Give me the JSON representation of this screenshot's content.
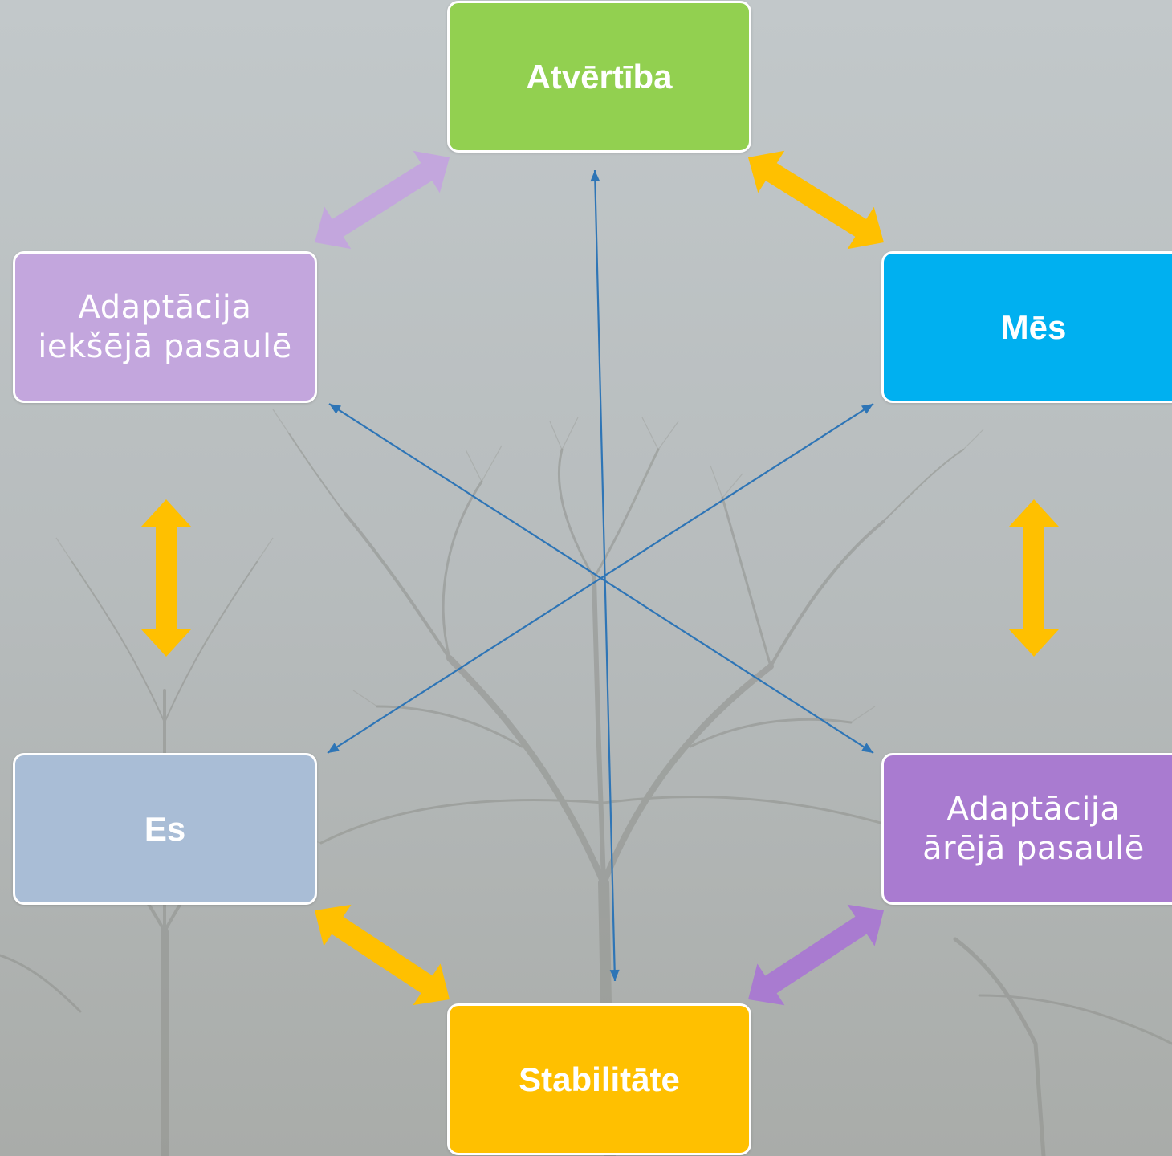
{
  "colors": {
    "green": "#92d050",
    "blue": "#00b0f0",
    "lavender": "#c3a6dd",
    "purple": "#a97bd0",
    "steel": "#a9bdd6",
    "orange": "#ffc000",
    "line": "#2e75b6"
  },
  "nodes": {
    "top": {
      "label": "Atvērtība",
      "color": "#92d050"
    },
    "upper_left": {
      "label_lines": [
        "Adaptācija",
        "iekšējā pasaulē"
      ],
      "color": "#c3a6dd"
    },
    "upper_right": {
      "label": "Mēs",
      "color": "#00b0f0"
    },
    "lower_left": {
      "label": "Es",
      "color": "#a9bdd6"
    },
    "lower_right": {
      "label_lines": [
        "Adaptācija",
        "ārējā pasaulē"
      ],
      "color": "#a97bd0"
    },
    "bottom": {
      "label": "Stabilitāte",
      "color": "#ffc000"
    }
  }
}
